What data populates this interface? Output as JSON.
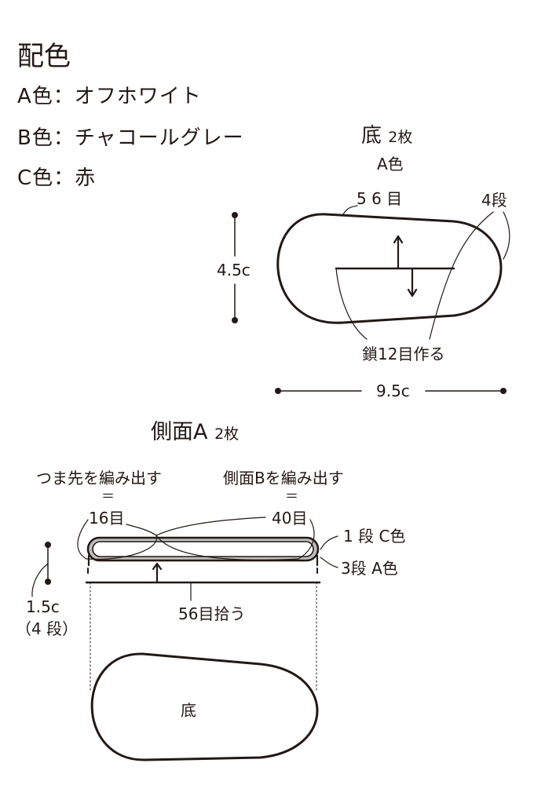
{
  "colors": {
    "ink": "#231815",
    "rim_fill": "#bfbfbf",
    "background": "#ffffff"
  },
  "scheme": {
    "title": "配色",
    "a": "A色：オフホワイト",
    "b": "B色：チャコールグレー",
    "c": "C色：赤"
  },
  "bottom_piece": {
    "title": "底",
    "count": "2枚",
    "color": "A色",
    "stitches": "5 6 目",
    "rounds": "4段",
    "height": "4.5c",
    "chain": "鎖12目作る",
    "width": "9.5c"
  },
  "side_a": {
    "title": "側面A",
    "count": "2枚",
    "toe_note": "つま先を編み出す",
    "side_b_note": "側面Bを編み出す",
    "eq": "＝",
    "toe_stitches": "16目",
    "side_b_stitches": "40目",
    "round1": "1 段 C色",
    "round3": "3段 A色",
    "pickup": "56目拾う",
    "height": "1.5c",
    "height_rounds": "（4 段）",
    "base_label": "底"
  }
}
